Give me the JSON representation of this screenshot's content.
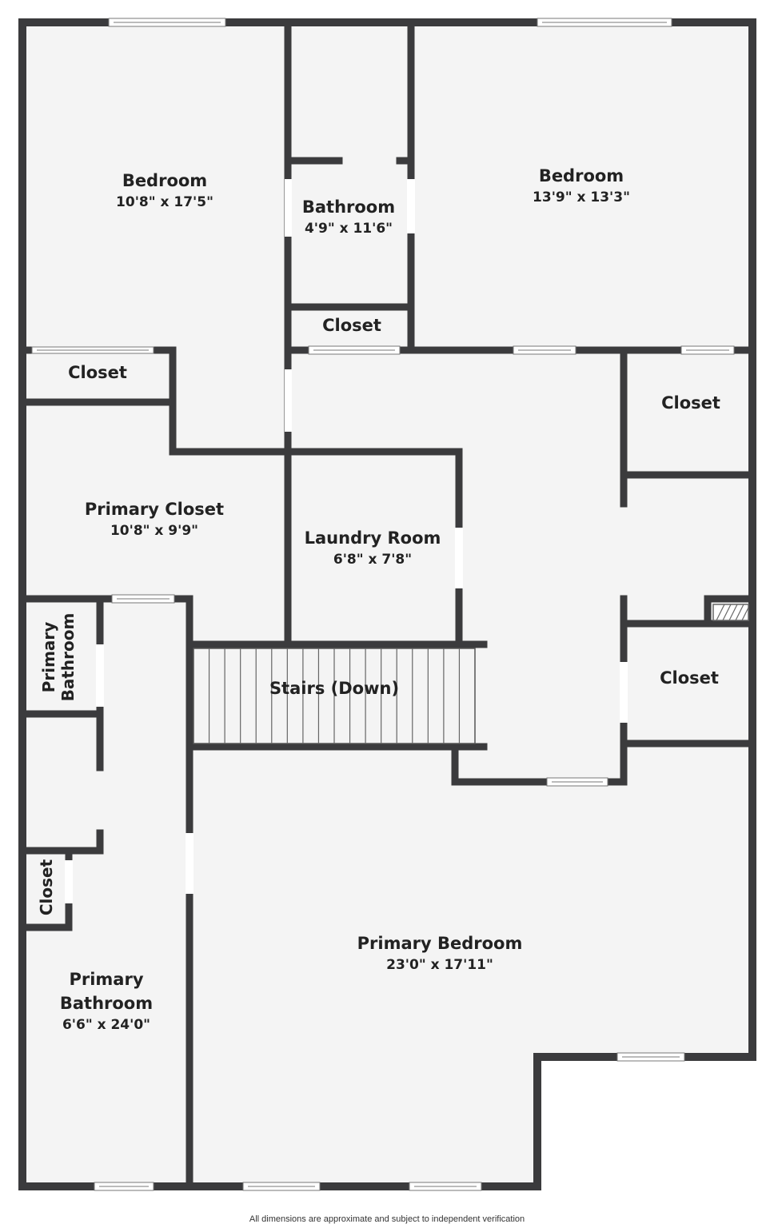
{
  "colors": {
    "wall": "#3b3b3d",
    "floor": "#f4f4f4",
    "background": "#ffffff",
    "window": "#ffffff",
    "text": "#222222"
  },
  "rooms": {
    "bedroom_left": {
      "name": "Bedroom",
      "dims": "10'8\" x 17'5\""
    },
    "bathroom": {
      "name": "Bathroom",
      "dims": "4'9\" x 11'6\""
    },
    "bedroom_right": {
      "name": "Bedroom",
      "dims": "13'9\" x 13'3\""
    },
    "closet_mid": {
      "name": "Closet"
    },
    "closet_left": {
      "name": "Closet"
    },
    "closet_right_top": {
      "name": "Closet"
    },
    "primary_closet": {
      "name": "Primary Closet",
      "dims": "10'8\" x 9'9\""
    },
    "laundry_room": {
      "name": "Laundry Room",
      "dims": "6'8\" x 7'8\""
    },
    "primary_bathroom_small": {
      "line1": "Primary",
      "line2": "Bathroom"
    },
    "stairs": {
      "name": "Stairs (Down)"
    },
    "closet_right_bottom": {
      "name": "Closet"
    },
    "closet_vertical": {
      "name": "Closet"
    },
    "primary_bathroom": {
      "line1": "Primary",
      "line2": "Bathroom",
      "dims": "6'6\" x 24'0\""
    },
    "primary_bedroom": {
      "name": "Primary Bedroom",
      "dims": "23'0\" x 17'11\""
    }
  },
  "footer": {
    "disclaimer": "All dimensions are approximate and subject to independent verification"
  }
}
